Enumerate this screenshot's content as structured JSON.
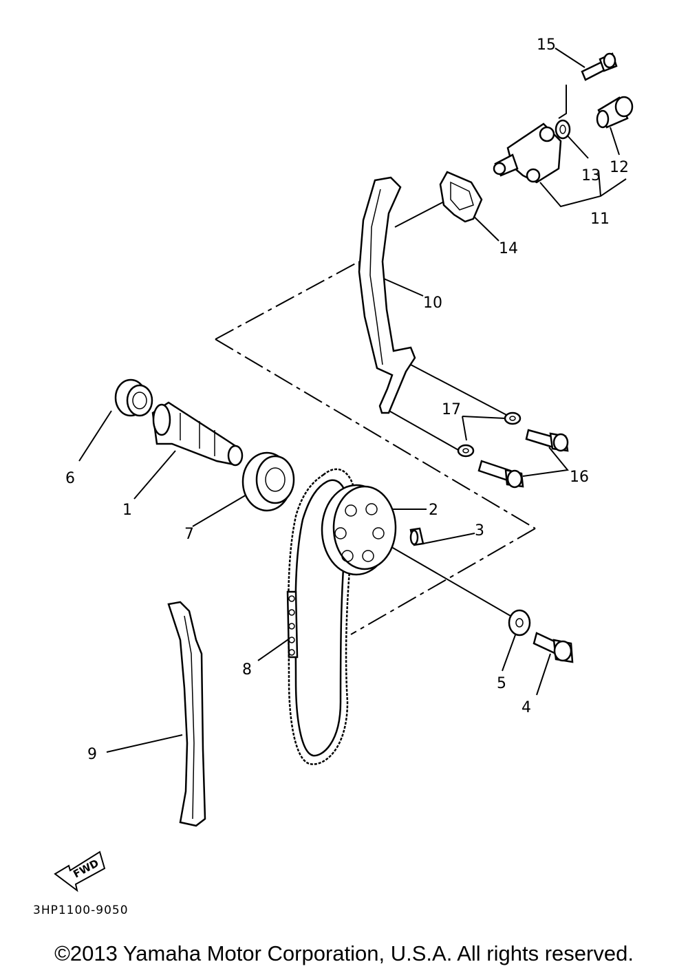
{
  "labels": {
    "p1": "1",
    "p2": "2",
    "p3": "3",
    "p4": "4",
    "p5": "5",
    "p6": "6",
    "p7": "7",
    "p8": "8",
    "p9": "9",
    "p10": "10",
    "p11": "11",
    "p12": "12",
    "p13": "13",
    "p14": "14",
    "p15": "15",
    "p16": "16",
    "p17": "17"
  },
  "fwd": "FWD",
  "diagram_code": "3HP1100-9050",
  "copyright": "©2013 Yamaha Motor Corporation, U.S.A. All rights reserved."
}
